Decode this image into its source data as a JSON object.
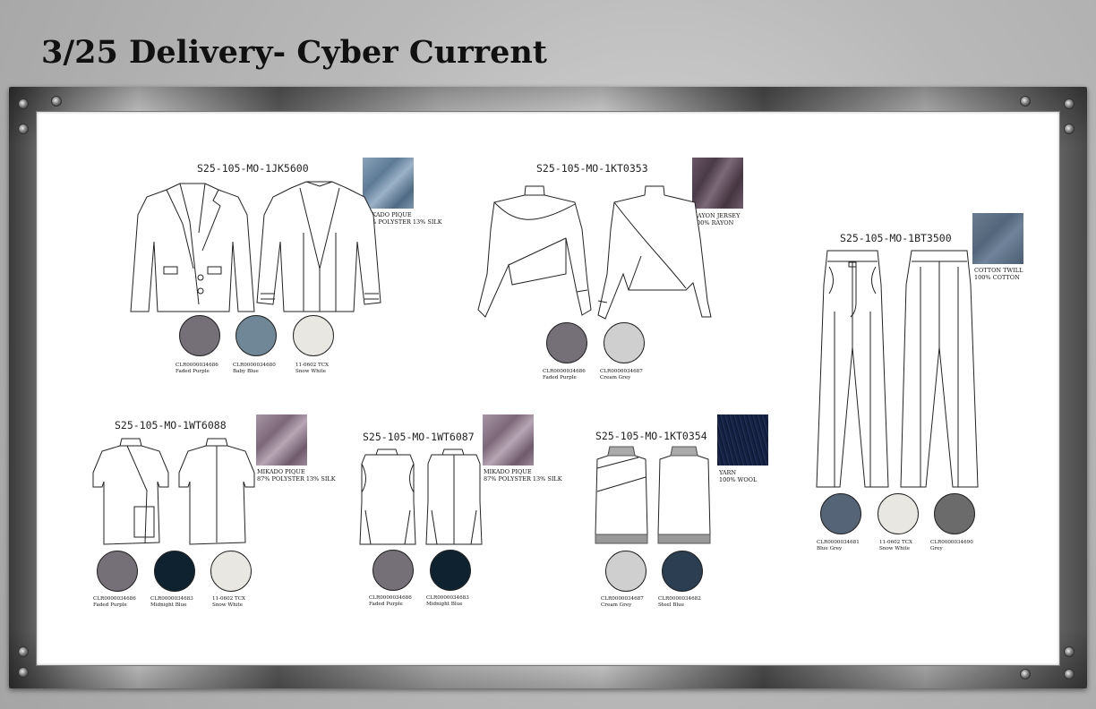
{
  "page": {
    "title": "3/25 Delivery- Cyber Current"
  },
  "colors": {
    "faded_purple": "#756f77",
    "baby_blue": "#6f8797",
    "snow_white": "#e8e7e2",
    "cream_grey": "#cfcfcf",
    "midnight_blue": "#0f2230",
    "steel_blue": "#2b3e52",
    "blue_grey": "#566478",
    "grey": "#6b6b6b"
  },
  "styles": [
    {
      "sku": "S25-105-MO-1JK5600",
      "fabric": {
        "line1": "MIKADO PIQUE",
        "line2": "87% POLYSTER 13% SILK",
        "swatch_color": "#6f8aa3"
      },
      "colorways": [
        {
          "code": "CLR0000034686",
          "name": "Faded Purple"
        },
        {
          "code": "CLR0000034680",
          "name": "Baby Blue"
        },
        {
          "code": "11-0602 TCX",
          "name": "Snow White"
        }
      ]
    },
    {
      "sku": "S25-105-MO-1KT0353",
      "fabric": {
        "line1": "RAYON JERSEY",
        "line2": "100% RAYON",
        "swatch_color": "#5e4c5a"
      },
      "colorways": [
        {
          "code": "CLR0000034686",
          "name": "Faded Purple"
        },
        {
          "code": "CLR0000034687",
          "name": "Cream Grey"
        }
      ]
    },
    {
      "sku": "S25-105-MO-1BT3500",
      "fabric": {
        "line1": "COTTON TWILL",
        "line2": "100% COTTON",
        "swatch_color": "#5f7084"
      },
      "colorways": [
        {
          "code": "CLR0000034681",
          "name": "Blue Grey"
        },
        {
          "code": "11-0602 TCX",
          "name": "Snow White"
        },
        {
          "code": "CLR0000034690",
          "name": "Grey"
        }
      ]
    },
    {
      "sku": "S25-105-MO-1WT6088",
      "fabric": {
        "line1": "MIKADO PIQUE",
        "line2": "87% POLYSTER 13% SILK",
        "swatch_color": "#8f7a8c"
      },
      "colorways": [
        {
          "code": "CLR0000034686",
          "name": "Faded Purple"
        },
        {
          "code": "CLR0000034683",
          "name": "Midnight Blue"
        },
        {
          "code": "11-0602 TCX",
          "name": "Snow White"
        }
      ]
    },
    {
      "sku": "S25-105-MO-1WT6087",
      "fabric": {
        "line1": "MIKADO PIQUE",
        "line2": "87% POLYSTER 13% SILK",
        "swatch_color": "#8f7a8c"
      },
      "colorways": [
        {
          "code": "CLR0000034686",
          "name": "Faded Purple"
        },
        {
          "code": "CLR0000034683",
          "name": "Midnight Blue"
        }
      ]
    },
    {
      "sku": "S25-105-MO-1KT0354",
      "fabric": {
        "line1": "YARN",
        "line2": "100% WOOL",
        "swatch_color": "#14203c"
      },
      "colorways": [
        {
          "code": "CLR0000034687",
          "name": "Cream Grey"
        },
        {
          "code": "CLR0000034682",
          "name": "Steel Blue"
        }
      ]
    }
  ]
}
